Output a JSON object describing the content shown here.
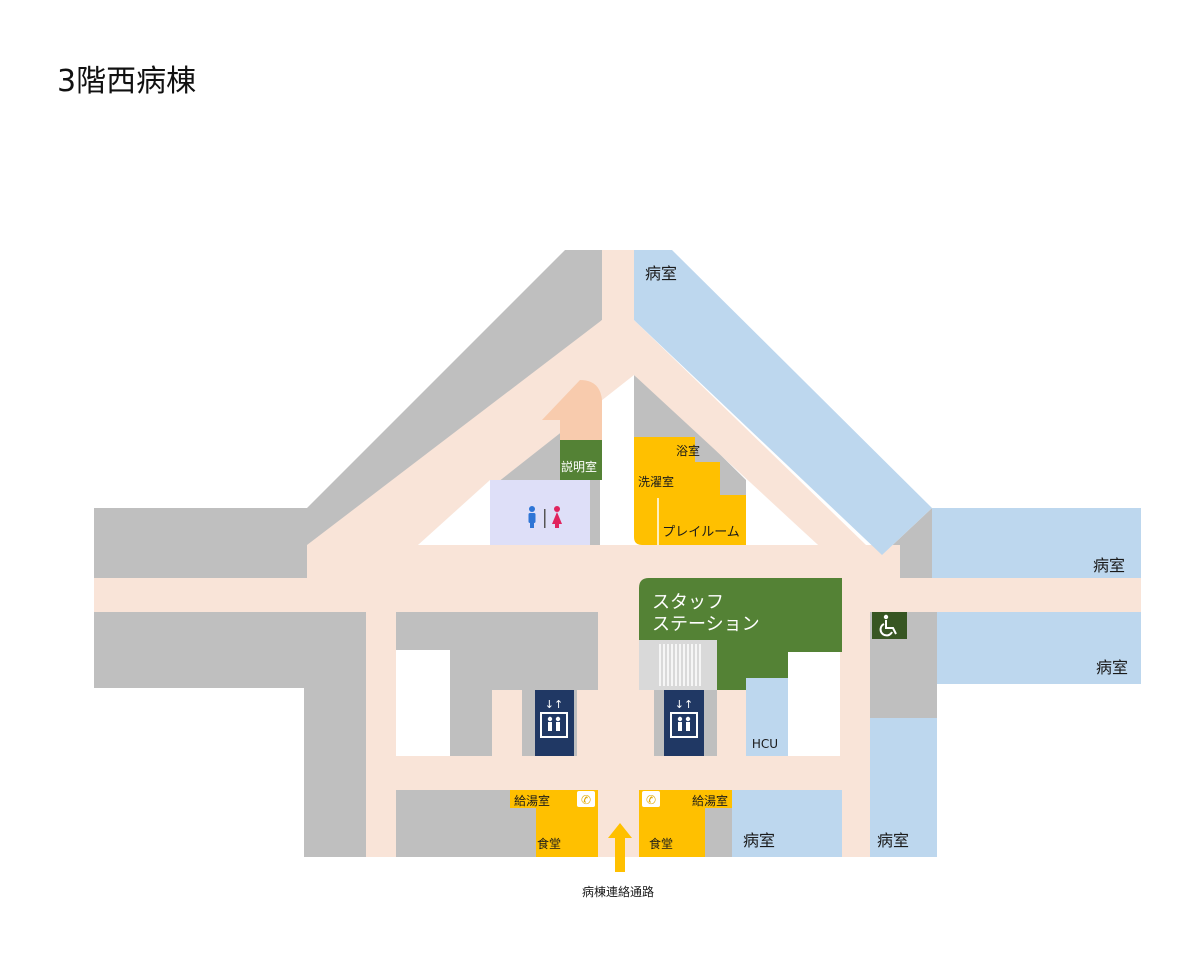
{
  "page": {
    "title": "3階西病棟"
  },
  "rooms": {
    "patient_room_top": "病室",
    "patient_room_east_upper": "病室",
    "patient_room_east_lower": "病室",
    "patient_room_bottom_left": "病室",
    "patient_room_bottom_right": "病室",
    "explanation_room": "説明室",
    "bathroom": "浴室",
    "laundry_room": "洗濯室",
    "play_room": "プレイルーム",
    "staff_station_line1": "スタッフ",
    "staff_station_line2": "ステーション",
    "hcu": "HCU",
    "pantry_left": "給湯室",
    "pantry_right": "給湯室",
    "dining_left": "食堂",
    "dining_right": "食堂"
  },
  "connector": {
    "label": "病棟連絡通路"
  },
  "colors": {
    "corridor": "#f9e4d8",
    "wall": "#bfbfbf",
    "patient_room": "#bdd7ee",
    "service": "#ffc000",
    "staff": "#548235",
    "explanation": "#548235",
    "toilet": "#dedff8",
    "peach": "#f8cbad",
    "elevator": "#203864",
    "accessible": "#375623"
  },
  "icons": [
    "toilet-icon",
    "elevator-icon",
    "phone-icon",
    "wheelchair-icon",
    "up-arrow-icon",
    "stairs-icon"
  ]
}
